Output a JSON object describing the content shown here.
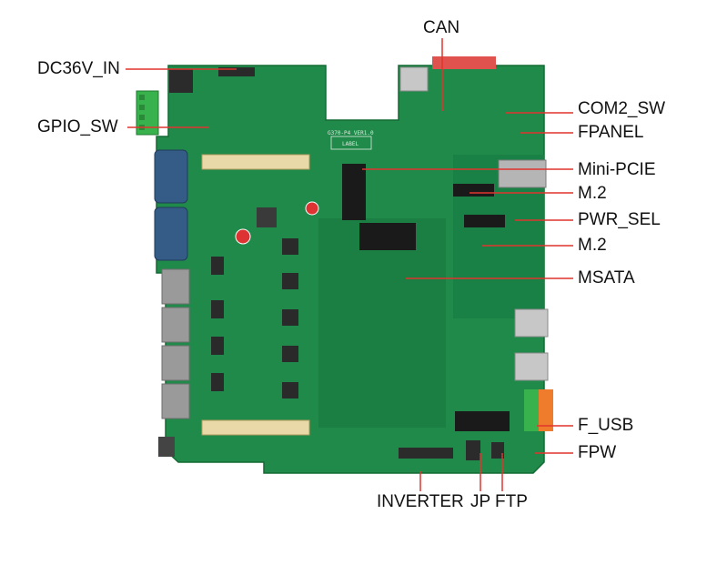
{
  "board": {
    "silkscreen_model": "G370-P4 VER1.0",
    "silkscreen_label": "LABEL",
    "colors": {
      "pcb": "#1f8a4a",
      "pcb_dark": "#157a3c",
      "gold": "#c8a04a",
      "connector_beige": "#e9d9a8",
      "terminal_green": "#37b24d",
      "terminal_orange": "#ee7c2c",
      "header_red": "#e0524e"
    }
  },
  "callouts": {
    "dc_in": "DC36V_IN",
    "gpio_sw": "GPIO_SW",
    "can": "CAN",
    "com2_sw": "COM2_SW",
    "fpanel": "FPANEL",
    "mini_pcie": "Mini-PCIE",
    "m2_top": "M.2",
    "pwr_sel": "PWR_SEL",
    "m2_bottom": "M.2",
    "msata": "MSATA",
    "f_usb": "F_USB",
    "fpw": "FPW",
    "inverter": "INVERTER",
    "jp": "JP",
    "ftp": "FTP"
  }
}
